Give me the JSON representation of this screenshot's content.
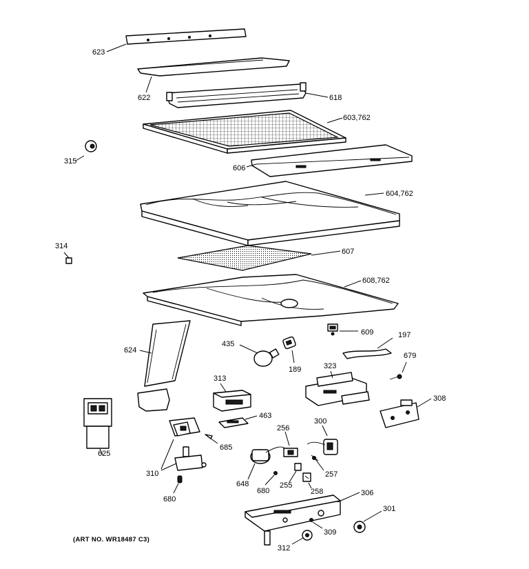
{
  "diagram": {
    "art_number": "(ART NO. WR18487 C3)",
    "labels": {
      "p623": "623",
      "p622": "622",
      "p618": "618",
      "p603": "603,762",
      "p315": "315",
      "p606": "606",
      "p604": "604,762",
      "p314": "314",
      "p607": "607",
      "p608": "608,762",
      "p609": "609",
      "p435": "435",
      "p624": "624",
      "p189": "189",
      "p197": "197",
      "p323": "323",
      "p679": "679",
      "p313": "313",
      "p308": "308",
      "p463": "463",
      "p625": "625",
      "p300": "300",
      "p256": "256",
      "p685": "685",
      "p310": "310",
      "p648": "648",
      "p257": "257",
      "p680a": "680",
      "p680b": "680",
      "p255": "255",
      "p258": "258",
      "p306": "306",
      "p301": "301",
      "p309": "309",
      "p312": "312"
    }
  }
}
